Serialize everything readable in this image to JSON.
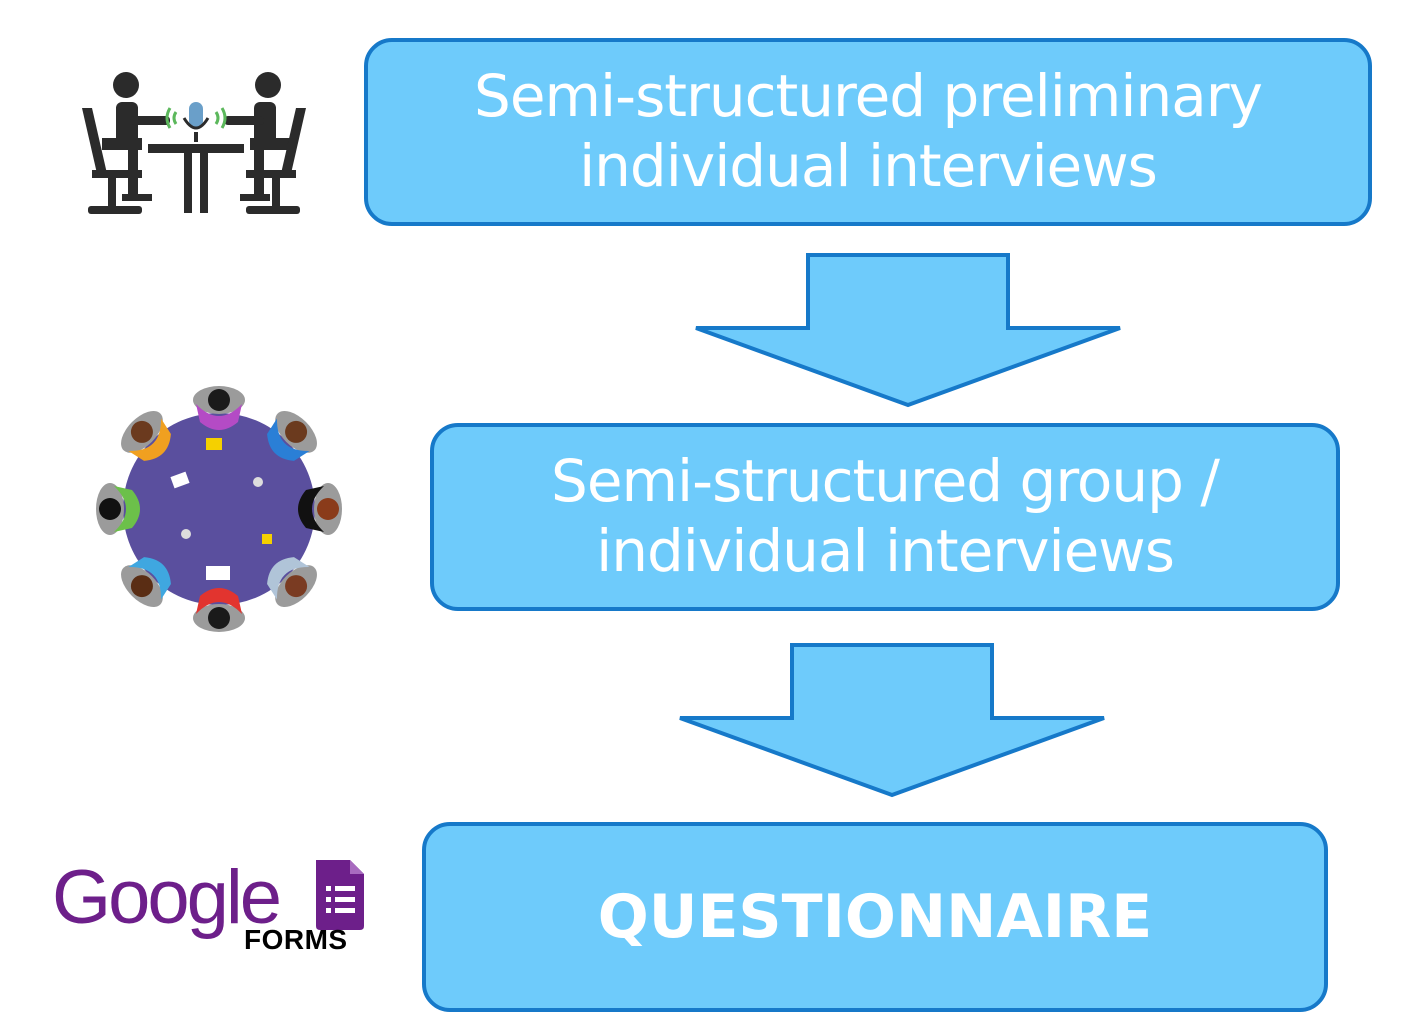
{
  "steps": [
    {
      "line1": "Semi-structured preliminary",
      "line2": "individual interviews"
    },
    {
      "line1": "Semi-structured group /",
      "line2": "individual interviews"
    },
    {
      "line1": "QUESTIONNAIRE"
    }
  ],
  "logo": {
    "google": "Google",
    "forms": "FORMS"
  },
  "icons": [
    "interview-icon",
    "round-table-meeting-icon",
    "google-forms-logo"
  ],
  "colors": {
    "box_fill": "#6ecbfb",
    "box_border": "#1679c9",
    "text": "#ffffff"
  }
}
